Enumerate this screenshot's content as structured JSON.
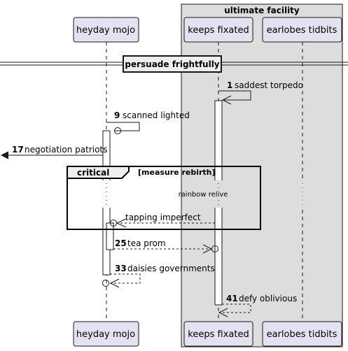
{
  "box": {
    "title": "ultimate facility"
  },
  "participants": {
    "p1": "heyday mojo",
    "p2": "keeps fixated",
    "p3": "earlobes tidbits"
  },
  "divider": {
    "label": "persuade frightfully"
  },
  "messages": [
    {
      "num": "1",
      "text": "saddest torpedo"
    },
    {
      "num": "9",
      "text": "scanned lighted"
    },
    {
      "num": "17",
      "text": "negotiation patriots"
    },
    {
      "num": "",
      "text": "tapping imperfect"
    },
    {
      "num": "25",
      "text": "tea prom"
    },
    {
      "num": "33",
      "text": "daisies governments"
    },
    {
      "num": "41",
      "text": "defy oblivious"
    }
  ],
  "group": {
    "keyword": "critical",
    "condition": "[measure rebirth]"
  },
  "delay": {
    "text": "rainbow relive"
  },
  "colors": {
    "participant_fill": "#E2E2F0",
    "participant_border": "#181818",
    "box_fill": "#DDDDDD"
  }
}
